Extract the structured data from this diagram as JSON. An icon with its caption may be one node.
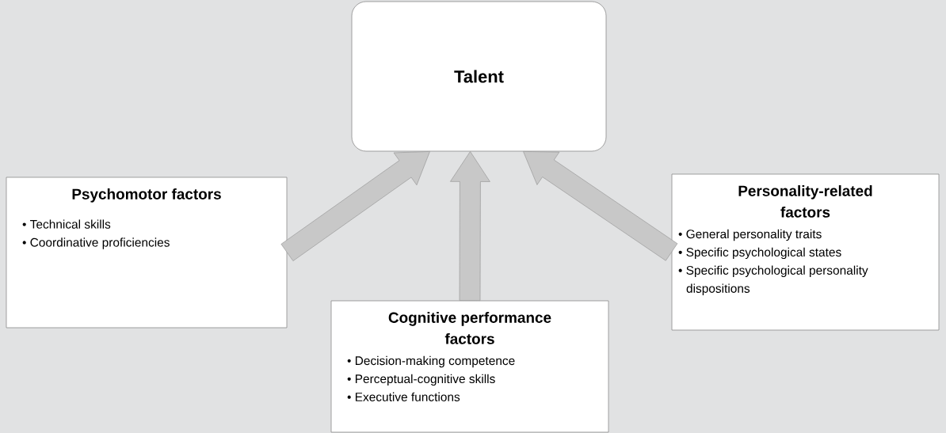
{
  "diagram": {
    "nodes": [
      {
        "text": [
          "Talent"
        ]
      },
      {
        "text": [
          "Psychomotor factors",
          "• Technical skills",
          "• Coordinative proficiencies"
        ]
      },
      {
        "text": [
          "Cognitive performance factors",
          "• Decision-making competence",
          "• Perceptual-cognitive skills",
          "• Executive functions"
        ]
      },
      {
        "text": [
          "Personality-related factors",
          "• General personality traits",
          "• Specific psychological states",
          "• Specific psychological personality dispositions"
        ]
      }
    ],
    "edges": [
      {
        "from": 1,
        "to": 0,
        "arrow": "to"
      },
      {
        "from": 2,
        "to": 0,
        "arrow": "to"
      },
      {
        "from": 3,
        "to": 0,
        "arrow": "to"
      }
    ]
  }
}
